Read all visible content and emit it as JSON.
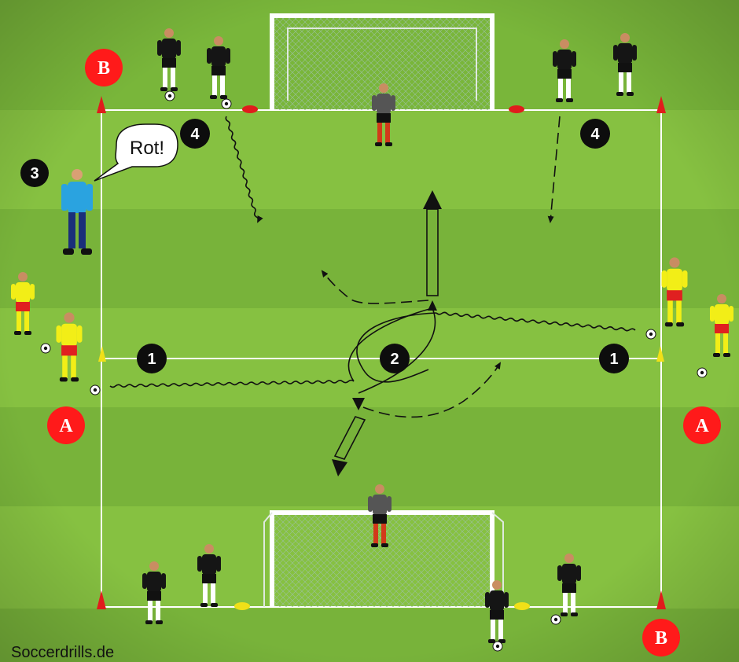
{
  "diagram": {
    "zone_labels": [
      "B",
      "B",
      "A",
      "A"
    ],
    "markers": [
      "1",
      "1",
      "2",
      "3",
      "4",
      "4"
    ],
    "speech": "Rot!",
    "watermark": "Soccerdrills.de",
    "colors": {
      "grass_light": "#82bd3e",
      "grass_dark": "#6fa832",
      "line": "#ffffff",
      "zone_badge": "#ff1a1a",
      "marker_badge": "#0d0d0d",
      "team_yellow": "#f2ee17",
      "team_red": "#e02020",
      "team_black": "#151515",
      "coach_blue": "#2aa3e0",
      "keeper_grey": "#555555",
      "cone_red": "#e01c1c",
      "cone_yellow": "#f0e018",
      "arrow": "#111111"
    }
  }
}
